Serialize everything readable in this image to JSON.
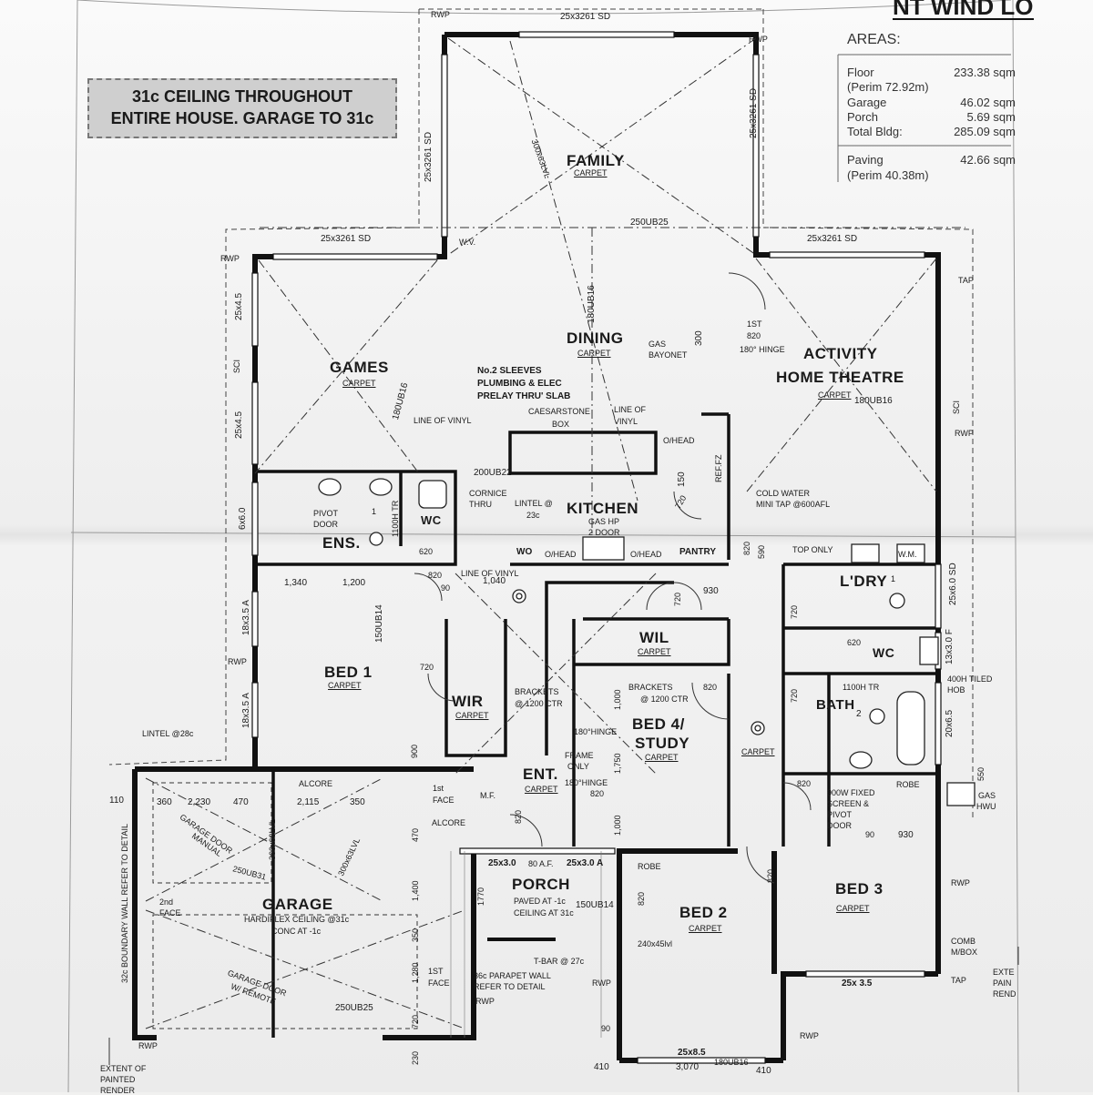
{
  "header": {
    "title_fragment": "NT WIND LO"
  },
  "ceiling_note": {
    "line1": "31c CEILING THROUGHOUT",
    "line2": "ENTIRE HOUSE. GARAGE TO 31c"
  },
  "areas": {
    "heading": "AREAS:",
    "rows": [
      {
        "label": "Floor",
        "value": "233.38 sqm"
      },
      {
        "label": "(Perim  72.92m)",
        "value": ""
      },
      {
        "label": "Garage",
        "value": "46.02 sqm"
      },
      {
        "label": "Porch",
        "value": "5.69 sqm"
      },
      {
        "label": "Total Bldg:",
        "value": "285.09 sqm"
      },
      {
        "label": "Paving",
        "value": "42.66 sqm"
      },
      {
        "label": "(Perim  40.38m)",
        "value": ""
      }
    ]
  },
  "rooms": {
    "family": "FAMILY",
    "games": "GAMES",
    "dining": "DINING",
    "activity1": "ACTIVITY",
    "activity2": "HOME THEATRE",
    "kitchen": "KITCHEN",
    "ens": "ENS.",
    "wc1": "WC",
    "ldry": "L'DRY",
    "wc2": "WC",
    "bath": "BATH",
    "bed1": "BED 1",
    "wir": "WIR",
    "wil": "WIL",
    "bed4a": "BED 4/",
    "bed4b": "STUDY",
    "ent": "ENT.",
    "porch": "PORCH",
    "garage": "GARAGE",
    "bed2": "BED 2",
    "bed3": "BED 3",
    "pantry": "PANTRY",
    "wo": "WO",
    "oh1": "O/HEAD",
    "oh2": "O/HEAD",
    "robe1": "ROBE",
    "robe2": "ROBE"
  },
  "finishes": {
    "carpet": "CARPET"
  },
  "windows": {
    "family_top": "25x3261 SD",
    "family_left": "25x3261 SD",
    "family_right": "25x3261 SD",
    "games_top": "25x3261 SD",
    "activity_top": "25x3261 SD",
    "games_left1": "25x4.5",
    "games_left2": "25x4.5",
    "ens_left": "6x6.0",
    "bed1_left1": "18x3.5 A",
    "bed1_left2": "18x3.5 A",
    "ldry_right": "25x6.0 SD",
    "wc_right": "13x3.0 F",
    "bath_right": "20x6.5",
    "bed3_bottom": "25x 3.5",
    "bed2_bottom": "25x8.5",
    "porch_left": "25x3.0",
    "porch_right": "25x3.0 A",
    "porch_mid": "80 A.F."
  },
  "beams": {
    "b250": "250UB25",
    "b180a": "180UB16",
    "b180b": "180UB16",
    "b180c": "180UB16",
    "b200": "200UB22",
    "b150a": "150UB14",
    "b150b": "150UB14",
    "b250b": "250UB25",
    "b250c": "250UB31",
    "lvl1": "300x63LVL",
    "lvl2": "300x63LVL",
    "lvl3": "300x63LVL",
    "lvl4": "240x45lvl",
    "b180d": "180UB16"
  },
  "notes": {
    "sleeves1": "No.2 SLEEVES",
    "sleeves2": "PLUMBING & ELEC",
    "sleeves3": "PRELAY THRU' SLAB",
    "caesar1": "CAESARSTONE",
    "caesar2": "BOX",
    "vinyl1": "LINE OF VINYL",
    "vinyl2a": "LINE OF",
    "vinyl2b": "VINYL",
    "vinyl3": "LINE OF VINYL",
    "gas1": "GAS",
    "gas2": "BAYONET",
    "hinge1a": "1ST",
    "hinge1b": "820",
    "hinge1c": "180° HINGE",
    "ohead": "O/HEAD",
    "ref": "REF.FZ",
    "cold1": "COLD WATER",
    "cold2": "MINI TAP @600AFL",
    "cornice1": "CORNICE",
    "cornice2": "THRU",
    "lintel1": "LINTEL @",
    "lintel2": "23c",
    "gashp1": "GAS HP",
    "gashp2": "2 DOOR",
    "pivot1": "PIVOT",
    "pivot2": "DOOR",
    "tr1": "1100H TR",
    "tr2": "1100H TR",
    "toponly": "TOP ONLY",
    "wm": "W.M.",
    "brackets1a": "BRACKETS",
    "brackets1b": "@ 1200 CTR",
    "brackets2a": "BRACKETS",
    "brackets2b": "@ 1200 CTR",
    "hinge180a": "180°HINGE",
    "hinge180b": "180°HINGE",
    "frame1": "FRAME",
    "frame2": "ONLY",
    "lintel28": "LINTEL @28c",
    "alcore1": "ALCORE",
    "alcore2": "ALCORE",
    "face1a": "1st",
    "face1b": "FACE",
    "mf": "M.F.",
    "face2a": "2nd",
    "face2b": "FACE",
    "face3a": "1ST",
    "face3b": "FACE",
    "gd1a": "GARAGE DOOR",
    "gd1b": "MANUAL",
    "gd2a": "GARAGE DOOR",
    "gd2b": "W/ REMOTE",
    "hardi": "HARDIFLEX CEILING @31c",
    "conc": "CONC AT -1c",
    "paved": "PAVED AT -1c",
    "ceil31": "CEILING AT 31c",
    "tbar": "T-BAR @ 27c",
    "parapet1": "36c PARAPET WALL",
    "parapet2": "REFER TO DETAIL",
    "boundary": "32c BOUNDARY WALL REFER TO DETAIL",
    "screen1": "900W FIXED",
    "screen2": "SCREEN &",
    "screen3": "PIVOT",
    "screen4": "DOOR",
    "tiled1": "400H TILED",
    "tiled2": "HOB",
    "gashwu1": "GAS",
    "gashwu2": "HWU",
    "comb1": "COMB",
    "comb2": "M/BOX",
    "extent1": "EXTENT OF",
    "extent2": "PAINTED",
    "extent3": "RENDER",
    "exte1": "EXTE",
    "exte2": "PAIN",
    "exte3": "REND",
    "wv": "W.V.",
    "tap1": "TAP",
    "tap2": "TAP",
    "sc1": "SCI",
    "sc2": "SCI"
  },
  "rwp": [
    "RWP",
    "RWP",
    "RWP",
    "RWP",
    "RWP",
    "RWP",
    "RWP",
    "RWP",
    "RWP",
    "RWP"
  ],
  "dims": {
    "d300": "300",
    "d820a": "820",
    "d150": "150",
    "d720a": "720",
    "d620a": "620",
    "d820b": "820",
    "d590": "590",
    "d820c": "820",
    "d90a": "90",
    "d1040": "1,040",
    "d1340": "1,340",
    "d1200": "1,200",
    "d720b": "720",
    "d930a": "930",
    "d720c": "720",
    "d620b": "620",
    "d720d": "720",
    "d820d": "820",
    "d1000a": "1,000",
    "d1750": "1,750",
    "d1000b": "1,000",
    "d820e": "820",
    "d820f": "820",
    "d820g": "820",
    "d90b": "90",
    "d930b": "930",
    "d900": "900",
    "d720e": "720",
    "d110": "110",
    "d360": "360",
    "d2230": "2,230",
    "d470a": "470",
    "d2115": "2,115",
    "d350a": "350",
    "d470b": "470",
    "d1400": "1,400",
    "d350b": "350",
    "d1280": "1,280",
    "d720f": "720",
    "d230": "230",
    "d1770": "1770",
    "d820h": "820",
    "d820i": "820",
    "d90c": "90",
    "d410a": "410",
    "d3070": "3,070",
    "d410b": "410",
    "d550": "550",
    "d1": "1",
    "d2": "2"
  }
}
